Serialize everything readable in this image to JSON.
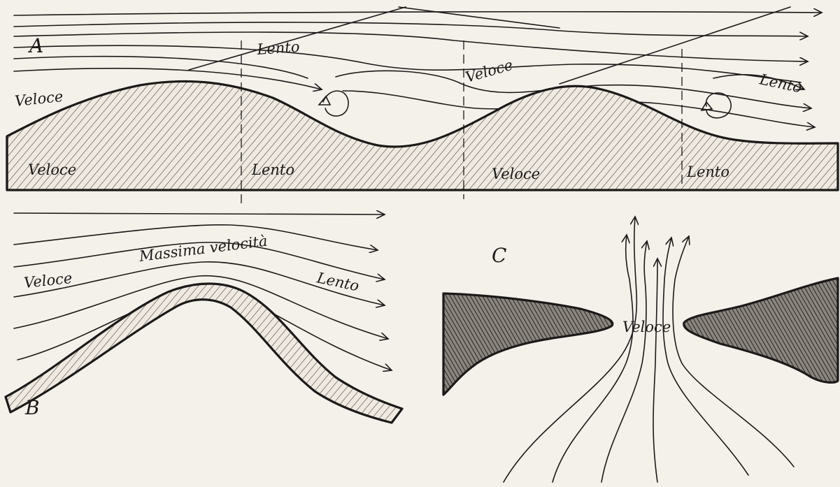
{
  "panels": {
    "a": {
      "letter": "A",
      "label_veloce_top": "Veloce",
      "label_lento_top": "Lento",
      "label_veloce_mid": "Veloce",
      "label_lento_right": "Lento",
      "label_veloce_bottom_1": "Veloce",
      "label_lento_bottom_1": "Lento",
      "label_veloce_bottom_2": "Veloce",
      "label_lento_bottom_2": "Lento"
    },
    "b": {
      "letter": "B",
      "label_veloce": "Veloce",
      "label_massima": "Massima velocità",
      "label_lento": "Lento"
    },
    "c": {
      "letter": "C",
      "label_veloce": "Veloce"
    }
  }
}
